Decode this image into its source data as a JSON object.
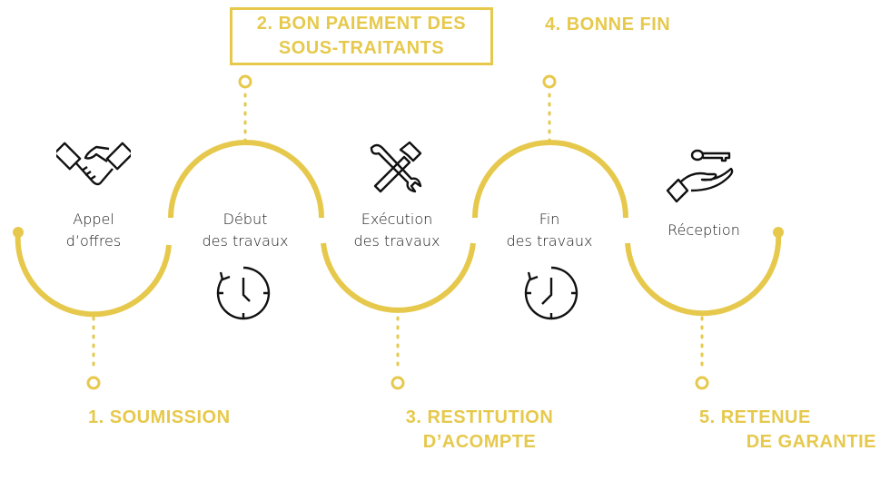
{
  "colors": {
    "accent": "#e6c94c",
    "ink": "#1a1a1a"
  },
  "stages": [
    {
      "line1": "Appel",
      "line2": "d’offres",
      "icon": "handshake-icon"
    },
    {
      "line1": "Début",
      "line2": "des travaux",
      "icon": "clock-icon"
    },
    {
      "line1": "Exécution",
      "line2": "des travaux",
      "icon": "tools-icon"
    },
    {
      "line1": "Fin",
      "line2": "des travaux",
      "icon": "clock-icon"
    },
    {
      "line1": "Réception",
      "icon": "key-in-hand-icon"
    }
  ],
  "milestones": [
    {
      "line1": "1. SOUMISSION"
    },
    {
      "line1": "2. BON PAIEMENT DES",
      "line2": "SOUS-TRAITANTS"
    },
    {
      "line1": "3. RESTITUTION",
      "line2": "D’ACOMPTE"
    },
    {
      "line1": "4. BONNE FIN"
    },
    {
      "line1": "5. RETENUE",
      "line2": "DE GARANTIE"
    }
  ]
}
